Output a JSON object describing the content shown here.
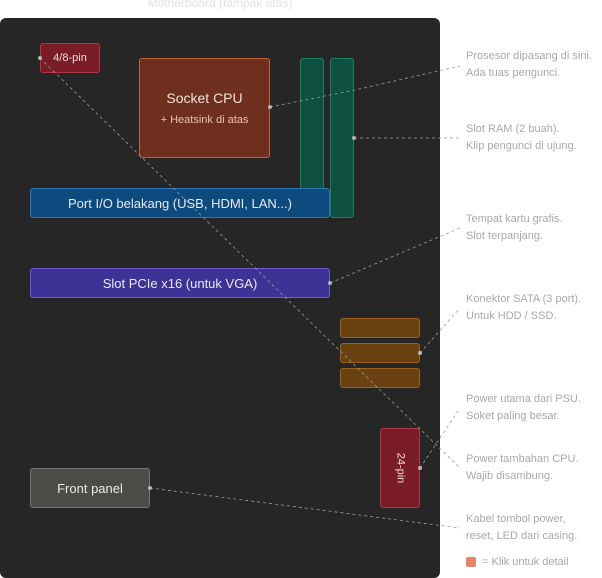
{
  "title": "Motherboard (tampak atas)",
  "components": {
    "socket_title": "Socket CPU",
    "socket_sub": "+ Heatsink di atas",
    "io": "Port I/O belakang (USB, HDMI, LAN...)",
    "pcie": "Slot PCIe x16 (untuk VGA)",
    "cpu_power": "4/8-pin",
    "atx_power": "24-pin",
    "front": "Front panel"
  },
  "descriptions": {
    "cpu": [
      "Prosesor dipasang di sini.",
      "Ada tuas pengunci."
    ],
    "ram": [
      "Slot RAM (2 buah).",
      "Klip pengunci di ujung."
    ],
    "pcie": [
      "Tempat kartu grafis.",
      "Slot terpanjang."
    ],
    "sata": [
      "Konektor SATA (3 port).",
      "Untuk HDD / SSD."
    ],
    "atx": [
      "Power utama dari PSU.",
      "Soket paling besar."
    ],
    "cpu_power": [
      "Power tambahan CPU.",
      "Wajib disambung."
    ],
    "front": [
      "Kabel tombol power,",
      "reset, LED dari casing."
    ]
  },
  "legend": "= Klik untuk detail",
  "colors": {
    "board": "#262626",
    "socket": "#6e2f1e",
    "ram": "#0f5140",
    "io": "#0d4a7e",
    "pcie": "#3e3296",
    "sata": "#6a4212",
    "power": "#7a1d28",
    "front": "#4b4b48",
    "legend_swatch": "#e8826b"
  }
}
